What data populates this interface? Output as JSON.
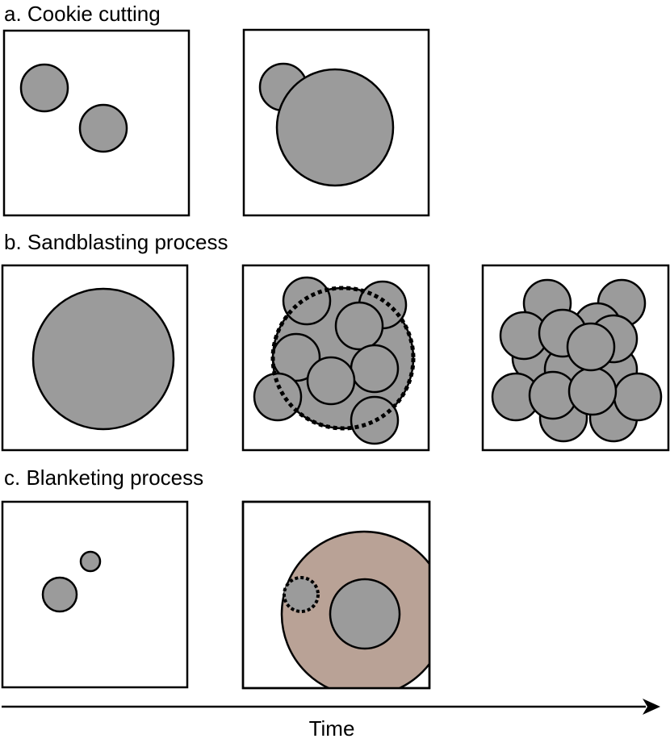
{
  "colors": {
    "crater_fill": "#9b9b9b",
    "blanket_fill": "#b9a296",
    "stroke": "#000000",
    "background": "#ffffff"
  },
  "sections": [
    {
      "label": "a. Cookie cutting",
      "panels": [
        {
          "name": "cookie-panel-1"
        },
        {
          "name": "cookie-panel-2"
        }
      ]
    },
    {
      "label": "b. Sandblasting process",
      "panels": [
        {
          "name": "sandblast-panel-1"
        },
        {
          "name": "sandblast-panel-2"
        },
        {
          "name": "sandblast-panel-3"
        }
      ]
    },
    {
      "label": "c. Blanketing process",
      "panels": [
        {
          "name": "blanket-panel-1"
        },
        {
          "name": "blanket-panel-2"
        }
      ]
    }
  ],
  "axis": {
    "label": "Time"
  }
}
